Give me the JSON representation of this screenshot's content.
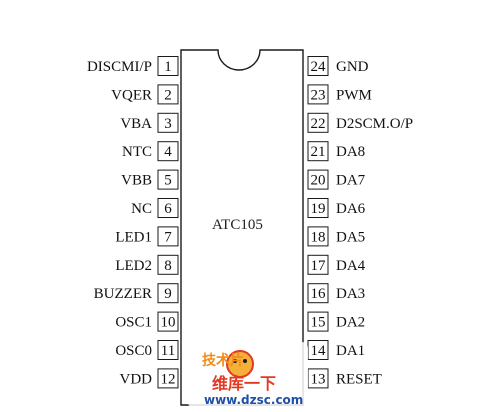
{
  "chip": {
    "name": "ATC105"
  },
  "left_pins": [
    {
      "num": "1",
      "label": "DISCMI/P"
    },
    {
      "num": "2",
      "label": "VQER"
    },
    {
      "num": "3",
      "label": "VBA"
    },
    {
      "num": "4",
      "label": "NTC"
    },
    {
      "num": "5",
      "label": "VBB"
    },
    {
      "num": "6",
      "label": "NC"
    },
    {
      "num": "7",
      "label": "LED1"
    },
    {
      "num": "8",
      "label": "LED2"
    },
    {
      "num": "9",
      "label": "BUZZER"
    },
    {
      "num": "10",
      "label": "OSC1"
    },
    {
      "num": "11",
      "label": "OSC0"
    },
    {
      "num": "12",
      "label": "VDD"
    }
  ],
  "right_pins": [
    {
      "num": "24",
      "label": "GND"
    },
    {
      "num": "23",
      "label": "PWM"
    },
    {
      "num": "22",
      "label": "D2SCM.O/P"
    },
    {
      "num": "21",
      "label": "DA8"
    },
    {
      "num": "20",
      "label": "DA7"
    },
    {
      "num": "19",
      "label": "DA6"
    },
    {
      "num": "18",
      "label": "DA5"
    },
    {
      "num": "17",
      "label": "DA4"
    },
    {
      "num": "16",
      "label": "DA3"
    },
    {
      "num": "15",
      "label": "DA2"
    },
    {
      "num": "14",
      "label": "DA1"
    },
    {
      "num": "13",
      "label": "RESET"
    }
  ],
  "watermark": {
    "line1": "技术片",
    "line2": "维库一下",
    "url": "www.dzsc.com",
    "colors": {
      "orange": "#f28c1a",
      "red": "#e23a22",
      "blue": "#1f4fa8"
    }
  }
}
